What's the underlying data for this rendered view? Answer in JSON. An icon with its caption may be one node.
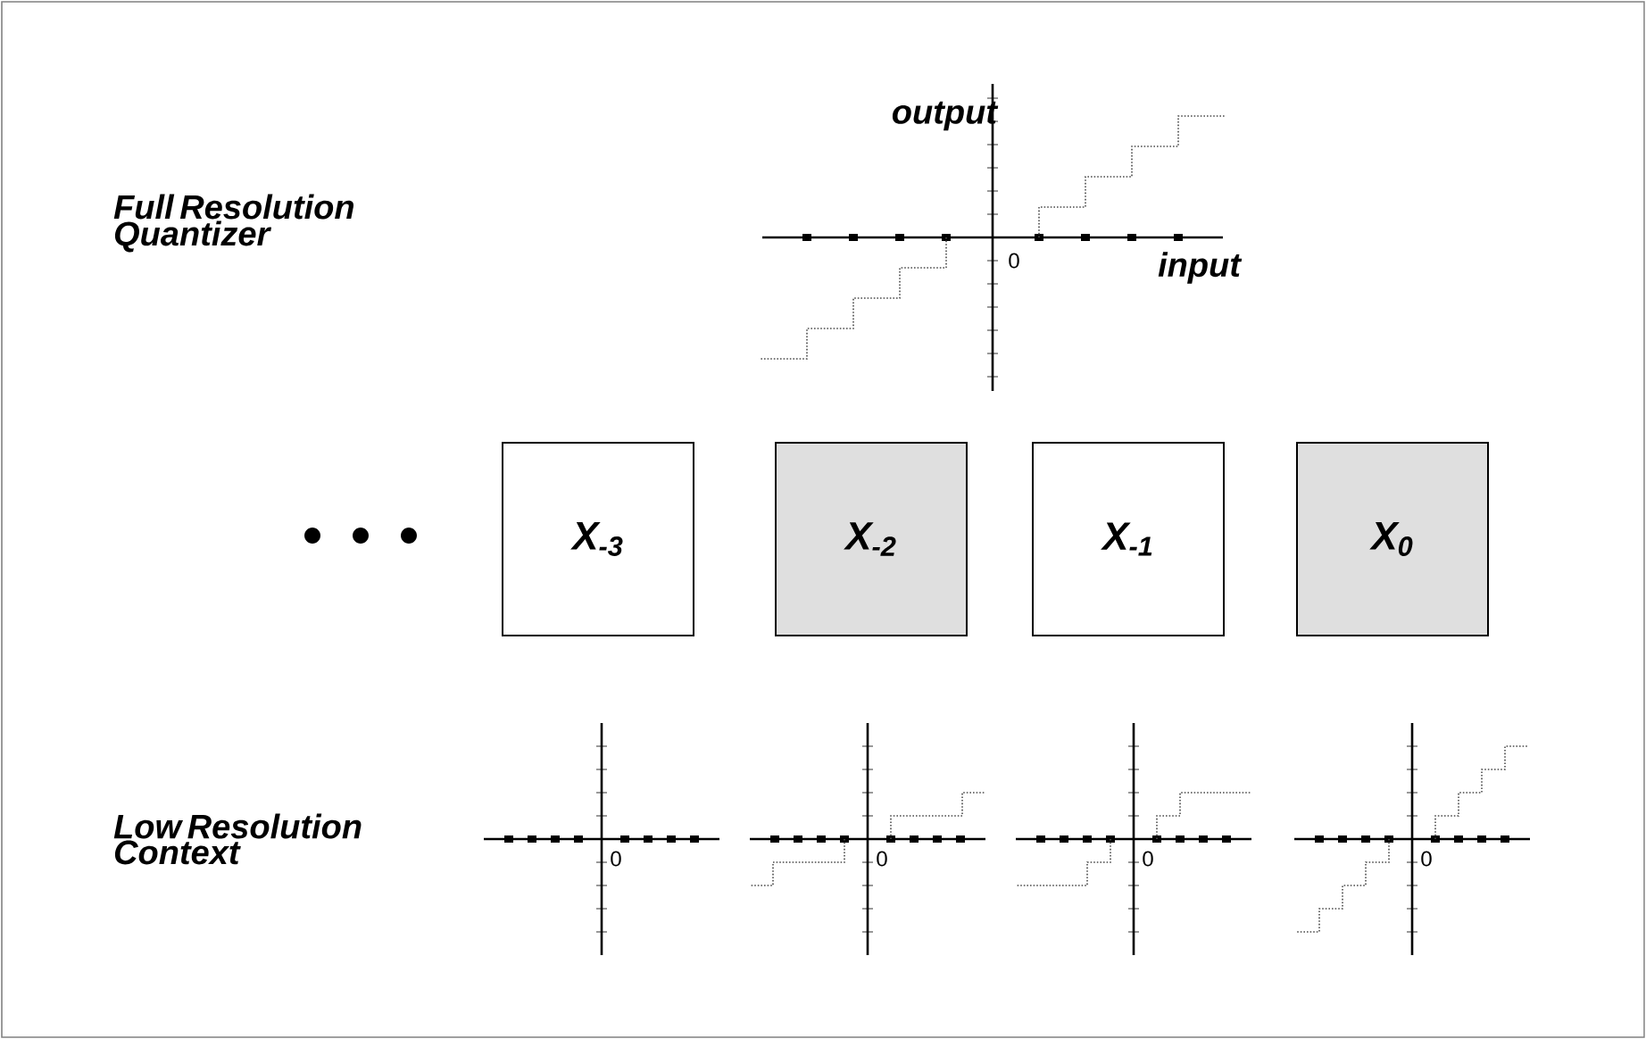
{
  "diagram": {
    "nodes": [
      {
        "text": [
          "X$_{-3}$"
        ]
      },
      {
        "text": [
          "X$_{-2}$"
        ]
      },
      {
        "text": [
          "X$_{-1}$"
        ]
      },
      {
        "text": [
          "X$_{0}$"
        ]
      }
    ],
    "labels": [
      "Full Resolution Quantizer",
      "output",
      "0",
      "input",
      "Low Resolution Context",
      "0",
      "0",
      "0",
      "0"
    ]
  }
}
